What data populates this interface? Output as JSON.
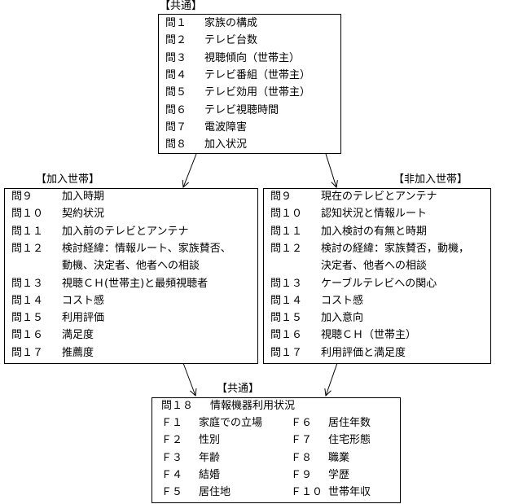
{
  "top": {
    "label": "【共通】",
    "items": [
      {
        "k": "問１",
        "t": "家族の構成"
      },
      {
        "k": "問２",
        "t": "テレビ台数"
      },
      {
        "k": "問３",
        "t": "視聴傾向（世帯主）"
      },
      {
        "k": "問４",
        "t": "テレビ番組（世帯主）"
      },
      {
        "k": "問５",
        "t": "テレビ効用（世帯主）"
      },
      {
        "k": "問６",
        "t": "テレビ視聴時間"
      },
      {
        "k": "問７",
        "t": "電波障害"
      },
      {
        "k": "問８",
        "t": "加入状況"
      }
    ]
  },
  "left": {
    "label": "【加入世帯】",
    "items": [
      {
        "k": "問９",
        "t": "加入時期"
      },
      {
        "k": "問１０",
        "t": "契約状況"
      },
      {
        "k": "問１１",
        "t": "加入前のテレビとアンテナ"
      },
      {
        "k": "問１２",
        "t": "検討経緯：情報ルート、家族賛否、"
      },
      {
        "k": "",
        "t": "動機、決定者、他者への相談"
      },
      {
        "k": "問１３",
        "t": "視聴ＣＨ(世帯主)と最頻視聴者"
      },
      {
        "k": "問１４",
        "t": "コスト感"
      },
      {
        "k": "問１５",
        "t": "利用評価"
      },
      {
        "k": "問１６",
        "t": "満足度"
      },
      {
        "k": "問１７",
        "t": "推薦度"
      }
    ]
  },
  "right": {
    "label": "【非加入世帯】",
    "items": [
      {
        "k": "問９",
        "t": "現在のテレビとアンテナ"
      },
      {
        "k": "問１０",
        "t": "認知状況と情報ルート"
      },
      {
        "k": "問１１",
        "t": "加入検討の有無と時期"
      },
      {
        "k": "問１２",
        "t": "検討の経緯：家族賛否，動機，"
      },
      {
        "k": "",
        "t": "決定者、他者への相談"
      },
      {
        "k": "問１３",
        "t": "ケーブルテレビへの関心"
      },
      {
        "k": "問１４",
        "t": "コスト感"
      },
      {
        "k": "問１５",
        "t": "加入意向"
      },
      {
        "k": "問１６",
        "t": "視聴ＣＨ（世帯主）"
      },
      {
        "k": "問１７",
        "t": "利用評価と満足度"
      }
    ]
  },
  "bottom": {
    "label": "【共通】",
    "header": {
      "k": "問１８",
      "t": "情報機器利用状況"
    },
    "left_col": [
      {
        "k": "Ｆ１",
        "t": "家庭での立場"
      },
      {
        "k": "Ｆ２",
        "t": "性別"
      },
      {
        "k": "Ｆ３",
        "t": "年齢"
      },
      {
        "k": "Ｆ４",
        "t": "結婚"
      },
      {
        "k": "Ｆ５",
        "t": "居住地"
      }
    ],
    "right_col": [
      {
        "k": "Ｆ６",
        "t": "居住年数"
      },
      {
        "k": "Ｆ７",
        "t": "住宅形態"
      },
      {
        "k": "Ｆ８",
        "t": "職業"
      },
      {
        "k": "Ｆ９",
        "t": "学歴"
      },
      {
        "k": "Ｆ１０",
        "t": "世帯年収"
      }
    ]
  }
}
